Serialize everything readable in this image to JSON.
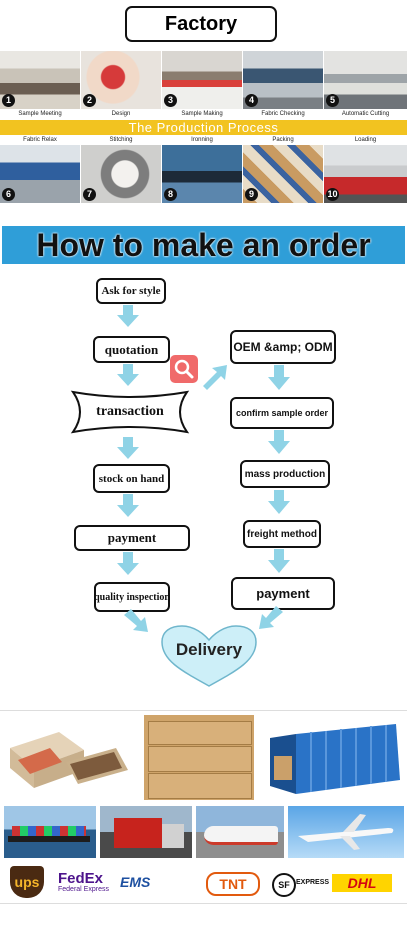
{
  "factory": {
    "title": "Factory process",
    "banner": "The Production Process",
    "steps": [
      {
        "num": "1",
        "label": "Sample Meeting"
      },
      {
        "num": "2",
        "label": "Design"
      },
      {
        "num": "3",
        "label": "Sample Making"
      },
      {
        "num": "4",
        "label": "Fabric Checking"
      },
      {
        "num": "5",
        "label": "Automatic Cutting"
      },
      {
        "num": "6",
        "label": "Fabric Relax"
      },
      {
        "num": "7",
        "label": "Stitching"
      },
      {
        "num": "8",
        "label": "Ironning"
      },
      {
        "num": "9",
        "label": "Packing"
      },
      {
        "num": "10",
        "label": "Loading"
      }
    ]
  },
  "order": {
    "title": "How to make an order",
    "left_steps": [
      "Ask for style",
      "quotation",
      "transaction",
      "stock on hand",
      "payment",
      "quality inspection"
    ],
    "right_steps": [
      "OEM &amp; ODM",
      "confirm sample order",
      "mass production",
      "freight method",
      "payment"
    ],
    "final": "Delivery"
  },
  "shipping": {
    "carriers": [
      "ups",
      "FedEx",
      "Federal Express",
      "EMS",
      "TNT",
      "SF",
      "EXPRESS",
      "DHL"
    ]
  },
  "colors": {
    "banner": "#f2c320",
    "howto_bg": "#2f9ed8",
    "arrow": "#8fd3e6",
    "heart": "#cdeff8",
    "search_badge": "#f06a6a"
  }
}
